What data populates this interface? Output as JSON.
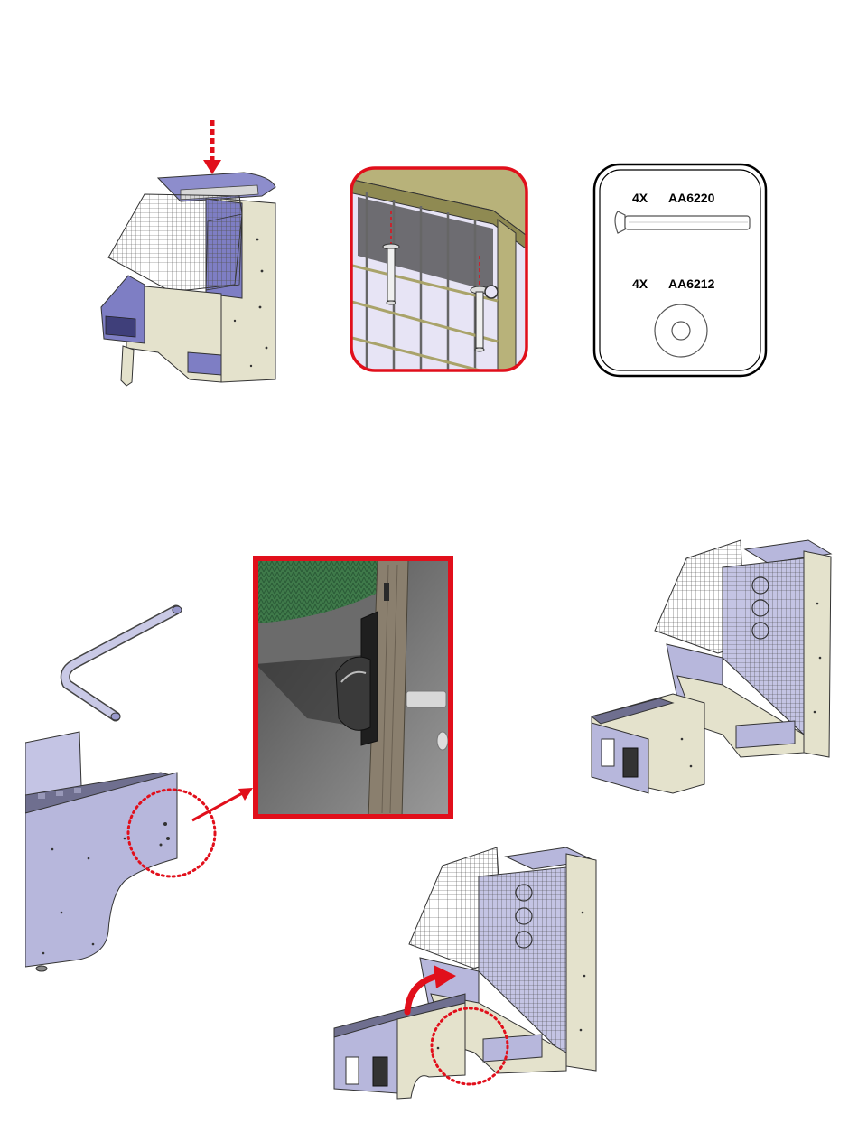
{
  "hardware": {
    "bolt": {
      "qty": "4X",
      "part": "AA6220",
      "icon": "carriage-bolt-icon"
    },
    "washer": {
      "qty": "4X",
      "part": "AA6212",
      "icon": "washer-icon"
    }
  },
  "colors": {
    "panel": "#e4e2cc",
    "panel_blue": "#b7b7dc",
    "metal_blue": "#7e7ec4",
    "callout_red": "#e10f1b",
    "frame_olive": "#b8b27a"
  }
}
